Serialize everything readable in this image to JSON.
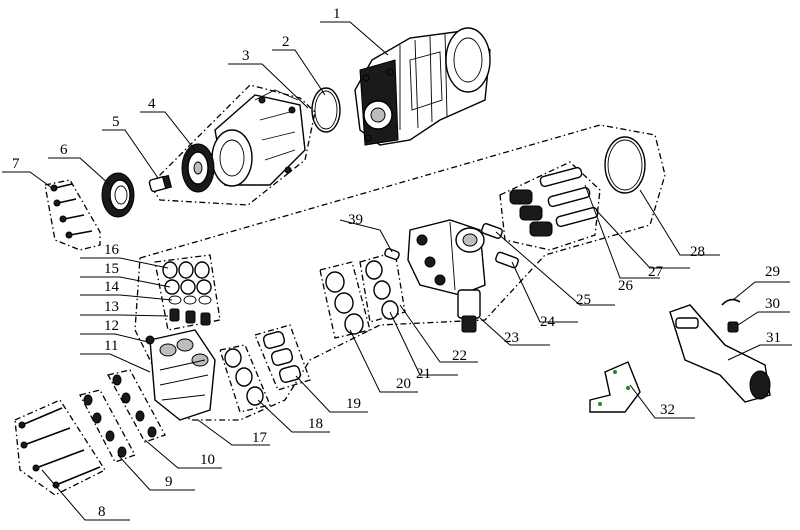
{
  "parts": [
    {
      "id": "p1",
      "label": "1"
    },
    {
      "id": "p2",
      "label": "2"
    },
    {
      "id": "p3",
      "label": "3"
    },
    {
      "id": "p4",
      "label": "4"
    },
    {
      "id": "p5",
      "label": "5"
    },
    {
      "id": "p6",
      "label": "6"
    },
    {
      "id": "p7",
      "label": "7"
    },
    {
      "id": "p8",
      "label": "8"
    },
    {
      "id": "p9",
      "label": "9"
    },
    {
      "id": "p10",
      "label": "10"
    },
    {
      "id": "p11",
      "label": "11"
    },
    {
      "id": "p12",
      "label": "12"
    },
    {
      "id": "p13",
      "label": "13"
    },
    {
      "id": "p14",
      "label": "14"
    },
    {
      "id": "p15",
      "label": "15"
    },
    {
      "id": "p16",
      "label": "16"
    },
    {
      "id": "p17",
      "label": "17"
    },
    {
      "id": "p18",
      "label": "18"
    },
    {
      "id": "p19",
      "label": "19"
    },
    {
      "id": "p20",
      "label": "20"
    },
    {
      "id": "p21",
      "label": "21"
    },
    {
      "id": "p22",
      "label": "22"
    },
    {
      "id": "p23",
      "label": "23"
    },
    {
      "id": "p24",
      "label": "24"
    },
    {
      "id": "p25",
      "label": "25"
    },
    {
      "id": "p26",
      "label": "26"
    },
    {
      "id": "p27",
      "label": "27"
    },
    {
      "id": "p28",
      "label": "28"
    },
    {
      "id": "p29",
      "label": "29"
    },
    {
      "id": "p30",
      "label": "30"
    },
    {
      "id": "p31",
      "label": "31"
    },
    {
      "id": "p32",
      "label": "32"
    },
    {
      "id": "p39",
      "label": "39"
    }
  ]
}
